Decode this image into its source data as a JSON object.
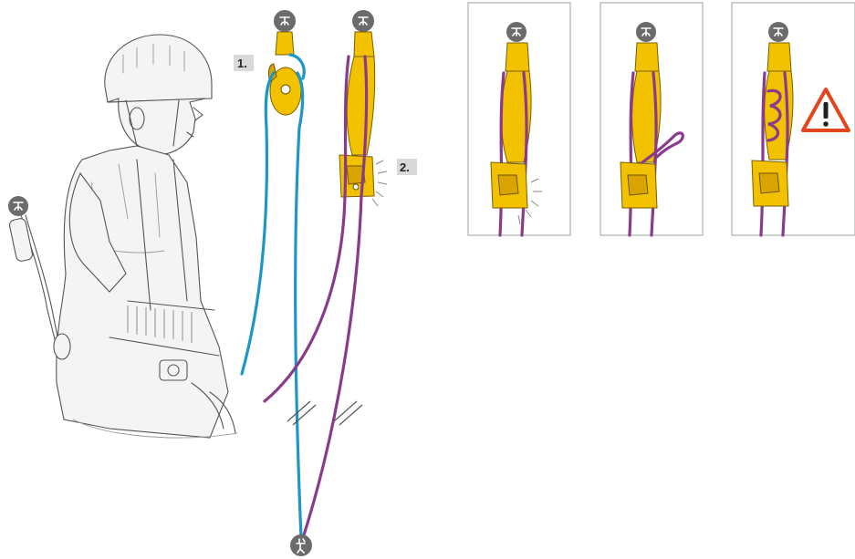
{
  "steps": [
    {
      "label": "1."
    },
    {
      "label": "2."
    }
  ],
  "panels": [
    {
      "name": "panel-correct-catch",
      "status": "ok"
    },
    {
      "name": "panel-tied-off",
      "status": "ok"
    },
    {
      "name": "panel-knot-warning",
      "status": "warning"
    }
  ],
  "colors": {
    "rope_blue": "#1e96c8",
    "rope_purple": "#8a3a8c",
    "device_yellow": "#f2c200",
    "anchor_gray": "#6b6b6b",
    "warning_red": "#e2461e"
  },
  "icons": {
    "anchor": "anchor-icon",
    "rescuer": "rescuer-icon",
    "warning": "warning-triangle-icon"
  }
}
